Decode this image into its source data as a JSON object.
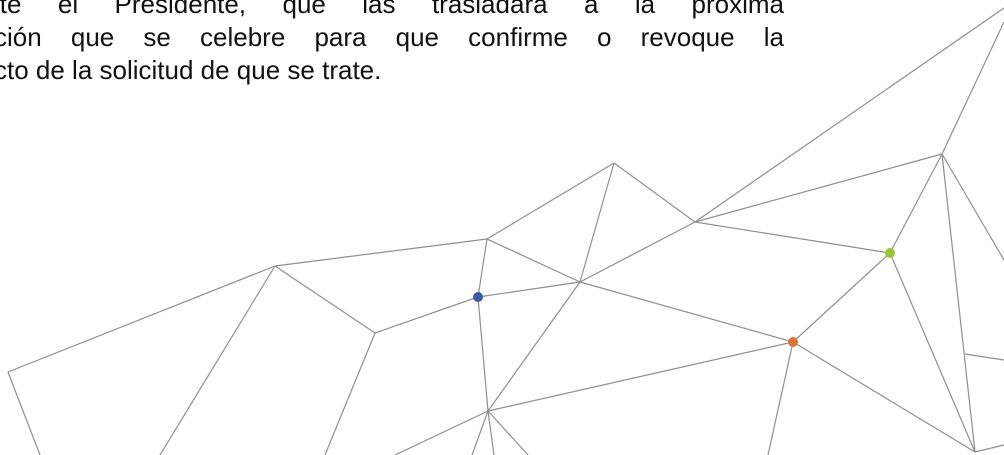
{
  "document": {
    "text_lines": [
      "ite el Presidente, que las trasladará a la próxima",
      "ción que se celebre para que confirme o revoque la",
      "cto de la solicitud de que se trate."
    ]
  },
  "decoration": {
    "line_color": "#8f8f8f",
    "node_colors": {
      "blue": "#3a5ba8",
      "green": "#9cc43a",
      "orange": "#e0733a"
    }
  }
}
